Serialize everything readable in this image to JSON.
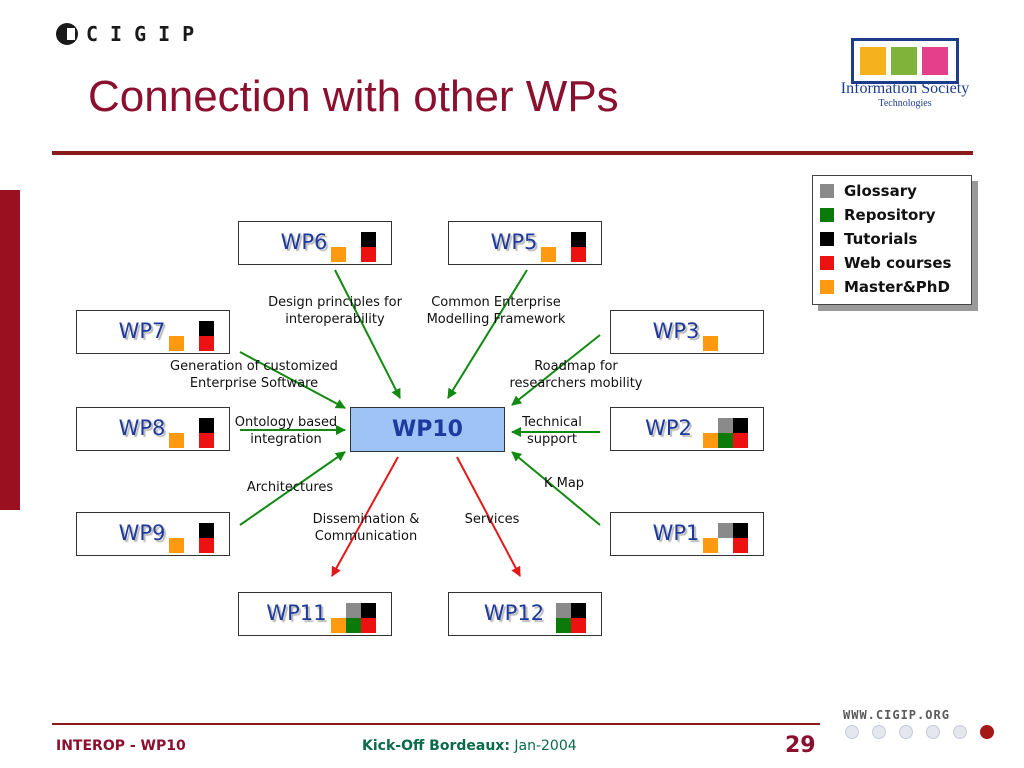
{
  "header": {
    "logo_text": "CIGIP",
    "title": "Connection with other WPs",
    "ist_line1": "Information Society",
    "ist_line2": "Technologies"
  },
  "legend": [
    {
      "label": "Glossary",
      "color": "#8a8a8a"
    },
    {
      "label": "Repository",
      "color": "#0a7a0a"
    },
    {
      "label": "Tutorials",
      "color": "#000000"
    },
    {
      "label": "Web courses",
      "color": "#ee1111"
    },
    {
      "label": "Master&PhD",
      "color": "#ff9a10"
    }
  ],
  "center": {
    "label": "WP10"
  },
  "wps": {
    "wp6": {
      "label": "WP6",
      "resources": [
        "Tutorials",
        "Master&PhD",
        "Web courses"
      ]
    },
    "wp5": {
      "label": "WP5",
      "resources": [
        "Tutorials",
        "Master&PhD",
        "Web courses"
      ]
    },
    "wp7": {
      "label": "WP7",
      "resources": [
        "Tutorials",
        "Master&PhD",
        "Web courses"
      ]
    },
    "wp3": {
      "label": "WP3",
      "resources": [
        "Master&PhD"
      ]
    },
    "wp8": {
      "label": "WP8",
      "resources": [
        "Tutorials",
        "Master&PhD",
        "Web courses"
      ]
    },
    "wp2": {
      "label": "WP2",
      "resources": [
        "Glossary",
        "Tutorials",
        "Master&PhD",
        "Repository",
        "Web courses"
      ]
    },
    "wp9": {
      "label": "WP9",
      "resources": [
        "Tutorials",
        "Master&PhD",
        "Web courses"
      ]
    },
    "wp1": {
      "label": "WP1",
      "resources": [
        "Glossary",
        "Tutorials",
        "Master&PhD",
        "Web courses"
      ]
    },
    "wp11": {
      "label": "WP11",
      "resources": [
        "Glossary",
        "Tutorials",
        "Master&PhD",
        "Repository",
        "Web courses"
      ]
    },
    "wp12": {
      "label": "WP12",
      "resources": [
        "Glossary",
        "Tutorials",
        "Repository",
        "Web courses"
      ]
    }
  },
  "arrow_labels": {
    "wp6": "Design principles for\ninteroperability",
    "wp5": "Common Enterprise\nModelling Framework",
    "wp7": "Generation of customized\nEnterprise Software",
    "wp3": "Roadmap for\nresearchers mobility",
    "wp8": "Ontology based\nintegration",
    "wp2": "Technical\nsupport",
    "wp9": "Architectures",
    "wp1": "K Map",
    "wp11": "Dissemination &\nCommunication",
    "wp12": "Services"
  },
  "arrow_colors": {
    "incoming": "#128a12",
    "outgoing": "#e01a1a"
  },
  "footer": {
    "left": "INTEROP - WP10",
    "event": "Kick-Off Bordeaux:",
    "date": "Jan-2004",
    "page": "29",
    "website": "WWW.CIGIP.ORG"
  }
}
